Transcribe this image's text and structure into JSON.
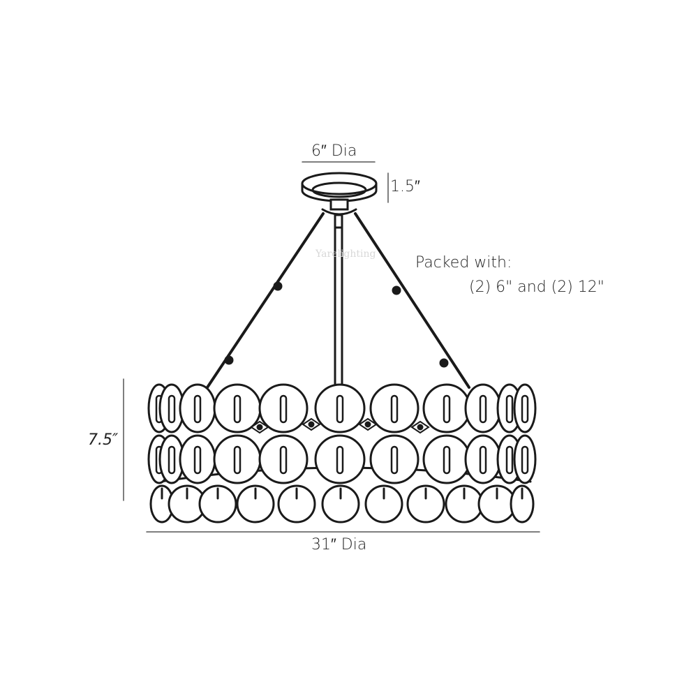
{
  "dimensions": {
    "canopy_diameter": "6″ Dia",
    "canopy_height": "1.5″",
    "body_height": "7.5″",
    "overall_diameter": "31″ Dia"
  },
  "note": {
    "line1": "Packed with:",
    "line2": "(2) 6\" and (2)  12\""
  },
  "watermark": "Yarelighting",
  "colors": {
    "line": "#1a1a1a",
    "background": "#ffffff"
  }
}
